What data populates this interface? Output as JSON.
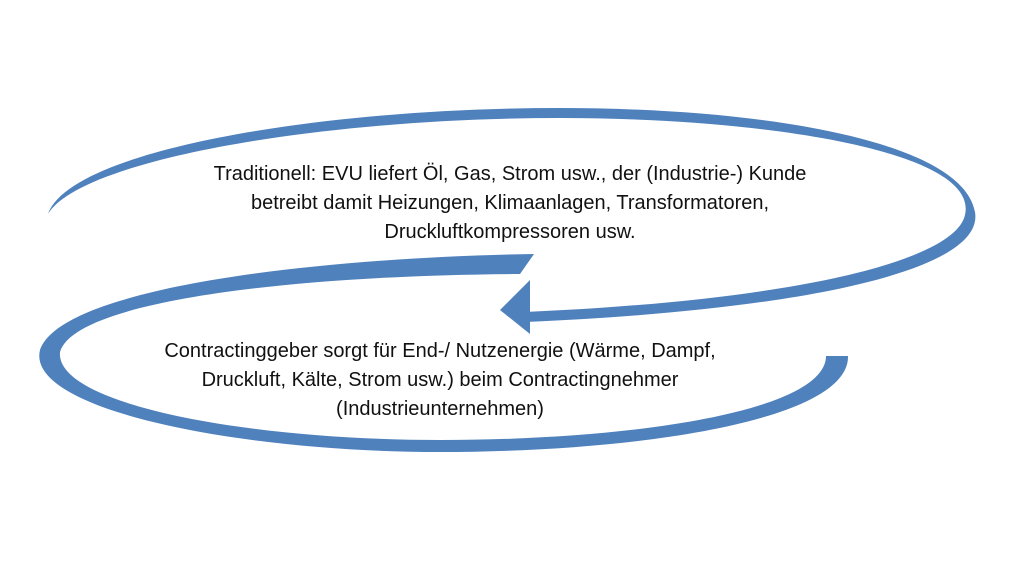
{
  "colors": {
    "arrow": "#4f81bd",
    "text": "#111111",
    "background": "#ffffff"
  },
  "top_box": {
    "lines": [
      "Traditionell: EVU liefert Öl, Gas, Strom usw., der (Industrie-) Kunde",
      "betreibt damit Heizungen, Klimaanlagen, Transformatoren,",
      "Druckluftkompressoren usw."
    ]
  },
  "bottom_box": {
    "lines": [
      "Contractinggeber sorgt für End-/ Nutzenergie (Wärme, Dampf,",
      "Druckluft, Kälte, Strom usw.)  beim Contractingnehmer",
      "(Industrieunternehmen)"
    ]
  }
}
